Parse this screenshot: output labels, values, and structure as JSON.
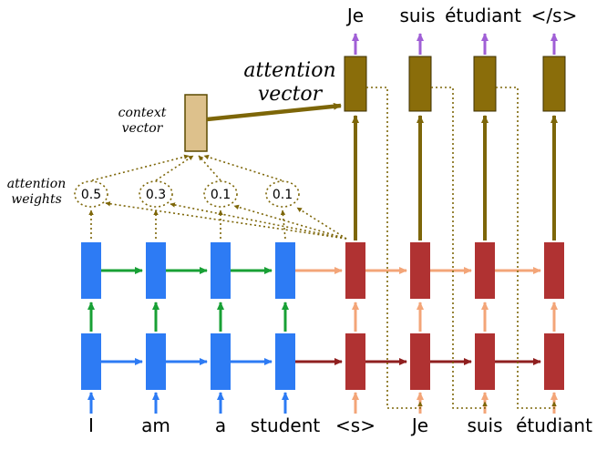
{
  "labels": {
    "attention_vector": [
      "attention",
      "vector"
    ],
    "context_vector": [
      "context",
      "vector"
    ],
    "attention_weights": [
      "attention",
      "weights"
    ]
  },
  "encoder_inputs": [
    "I",
    "am",
    "a",
    "student"
  ],
  "decoder_inputs": [
    "<s>",
    "Je",
    "suis",
    "étudiant"
  ],
  "decoder_outputs": [
    "Je",
    "suis",
    "étudiant",
    "</s>"
  ],
  "attention_weights_values": [
    "0.5",
    "0.3",
    "0.1",
    "0.1"
  ],
  "colors": {
    "encoder_cell": "#2d7bf4",
    "decoder_cell": "#b03232",
    "attention_cell": "#8a6d0a",
    "context_cell": "#ddc18c",
    "arrow_blue": "#2d7bf4",
    "arrow_green": "#18a035",
    "arrow_dark_red": "#8f1f1f",
    "arrow_salmon": "#f3a578",
    "arrow_olive": "#7d6608",
    "arrow_purple": "#a05fd6"
  }
}
